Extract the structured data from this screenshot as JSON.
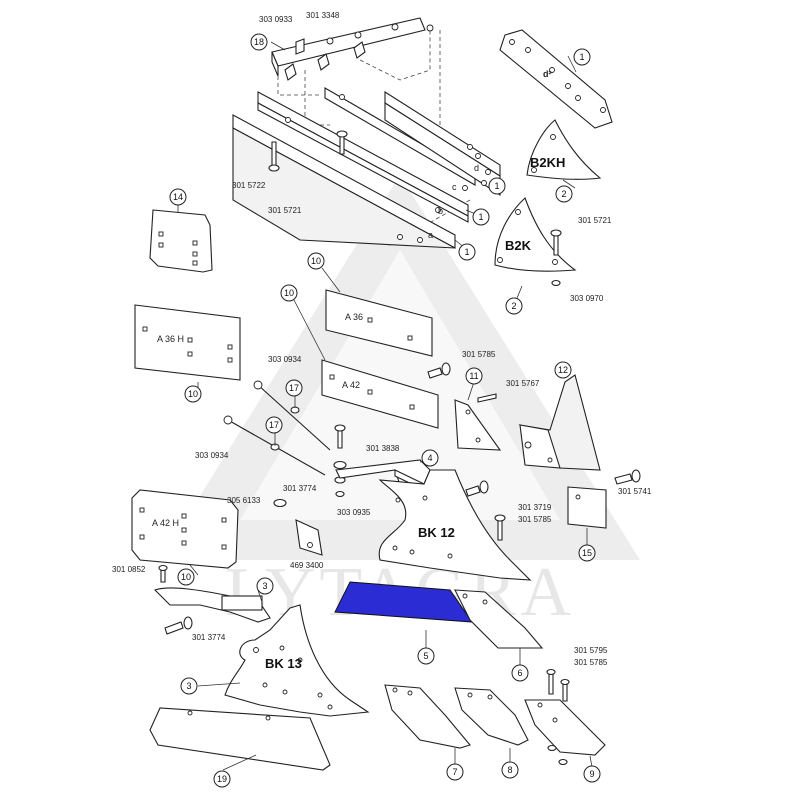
{
  "diagram": {
    "watermark": "LYTAGRA",
    "highlight_color": "#2c2cd4",
    "callouts": {
      "n1": "1",
      "n2": "2",
      "n3": "3",
      "n4": "4",
      "n5": "5",
      "n6": "6",
      "n7": "7",
      "n8": "8",
      "n9": "9",
      "n10": "10",
      "n11": "11",
      "n12": "12",
      "n14": "14",
      "n15": "15",
      "n17": "17",
      "n18": "18",
      "n19": "19"
    },
    "codes": {
      "c3030933": "303 0933",
      "c3013348": "301 3348",
      "c3015722": "301 5722",
      "c3015721": "301 5721",
      "c3030970": "303 0970",
      "c3015785": "301 5785",
      "c3015767": "301 5767",
      "c3030934": "303 0934",
      "c3013838": "301 3838",
      "c3013774": "301 3774",
      "c3030935": "303 0935",
      "c3056133": "305 6133",
      "c3013719": "301 3719",
      "c3015741": "301 5741",
      "c4693400": "469 3400",
      "c3010852": "301 0852",
      "c3015795": "301 5795"
    },
    "part_labels": {
      "d2": "d²",
      "b2kh": "B2KH",
      "b2k": "B2K",
      "a36": "A 36",
      "a36h": "A 36 H",
      "a42": "A 42",
      "a42h": "A 42 H",
      "bk12": "BK 12",
      "bk13": "BK 13",
      "a": "a",
      "b": "b",
      "c": "c",
      "d": "d"
    }
  }
}
